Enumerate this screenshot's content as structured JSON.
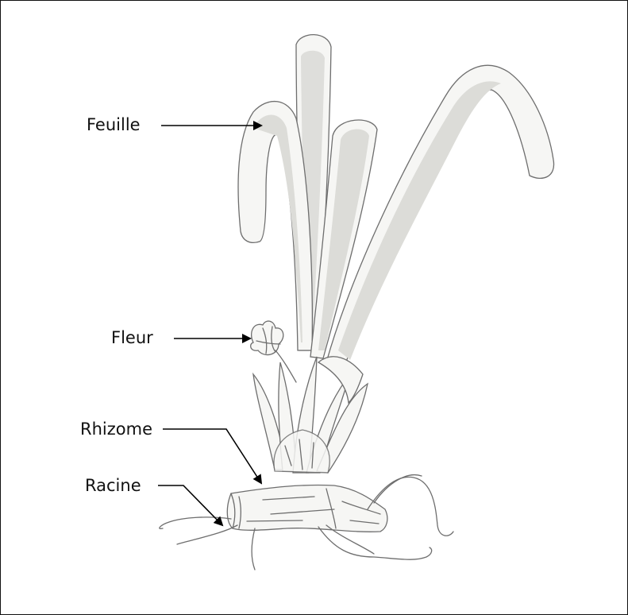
{
  "diagram": {
    "labels": {
      "feuille": "Feuille",
      "fleur": "Fleur",
      "rhizome": "Rhizome",
      "racine": "Racine"
    }
  }
}
